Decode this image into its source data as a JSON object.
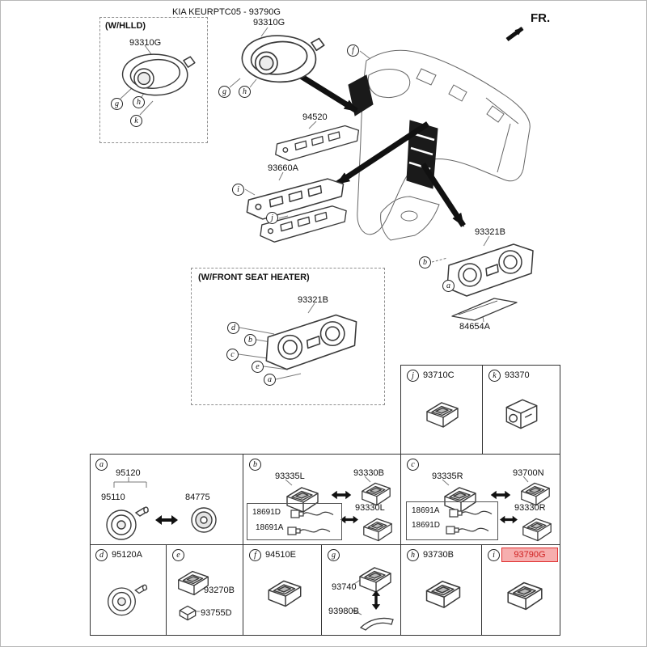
{
  "title": "KIA KEURPTC05 - 93790G",
  "fr_label": "FR.",
  "colors": {
    "highlight_border": "#e03131",
    "highlight_bg": "#f6aeae",
    "highlight_text": "#cf1f1f"
  },
  "diagram": {
    "whlld": {
      "label": "(W/HLLD)",
      "part": "93310G",
      "callouts": [
        "g",
        "h",
        "k"
      ]
    },
    "top_part": {
      "part": "93310G",
      "callouts": [
        "g",
        "h"
      ]
    },
    "callout_f": "f",
    "part_94520": "94520",
    "part_93660a": {
      "part": "93660A",
      "callouts": [
        "i",
        "j"
      ]
    },
    "part_93321b": {
      "part": "93321B",
      "callouts": [
        "b",
        "a"
      ]
    },
    "part_84654a": "84654A",
    "heater": {
      "label": "(W/FRONT SEAT HEATER)",
      "part": "93321B",
      "callouts": [
        "d",
        "b",
        "c",
        "e",
        "a"
      ]
    }
  },
  "table": {
    "cell_j": {
      "letter": "j",
      "part": "93710C"
    },
    "cell_k": {
      "letter": "k",
      "part": "93370"
    },
    "cell_a": {
      "letter": "a",
      "part_95120": "95120",
      "part_95110": "95110",
      "part_84775": "84775"
    },
    "cell_b": {
      "letter": "b",
      "part_93335l": "93335L",
      "part_93330b": "93330B",
      "part_18691d": "18691D",
      "part_18691a": "18691A",
      "part_93330l": "93330L"
    },
    "cell_c": {
      "letter": "c",
      "part_93335r": "93335R",
      "part_93700n": "93700N",
      "part_18691a": "18691A",
      "part_18691d": "18691D",
      "part_93330r": "93330R"
    },
    "cell_d": {
      "letter": "d",
      "part": "95120A"
    },
    "cell_e": {
      "letter": "e",
      "part_93270b": "93270B",
      "part_93755d": "93755D"
    },
    "cell_f": {
      "letter": "f",
      "part": "94510E"
    },
    "cell_g": {
      "letter": "g",
      "part_93740": "93740",
      "part_93980b": "93980B"
    },
    "cell_h": {
      "letter": "h",
      "part": "93730B"
    },
    "cell_i": {
      "letter": "i",
      "part": "93790G"
    }
  }
}
